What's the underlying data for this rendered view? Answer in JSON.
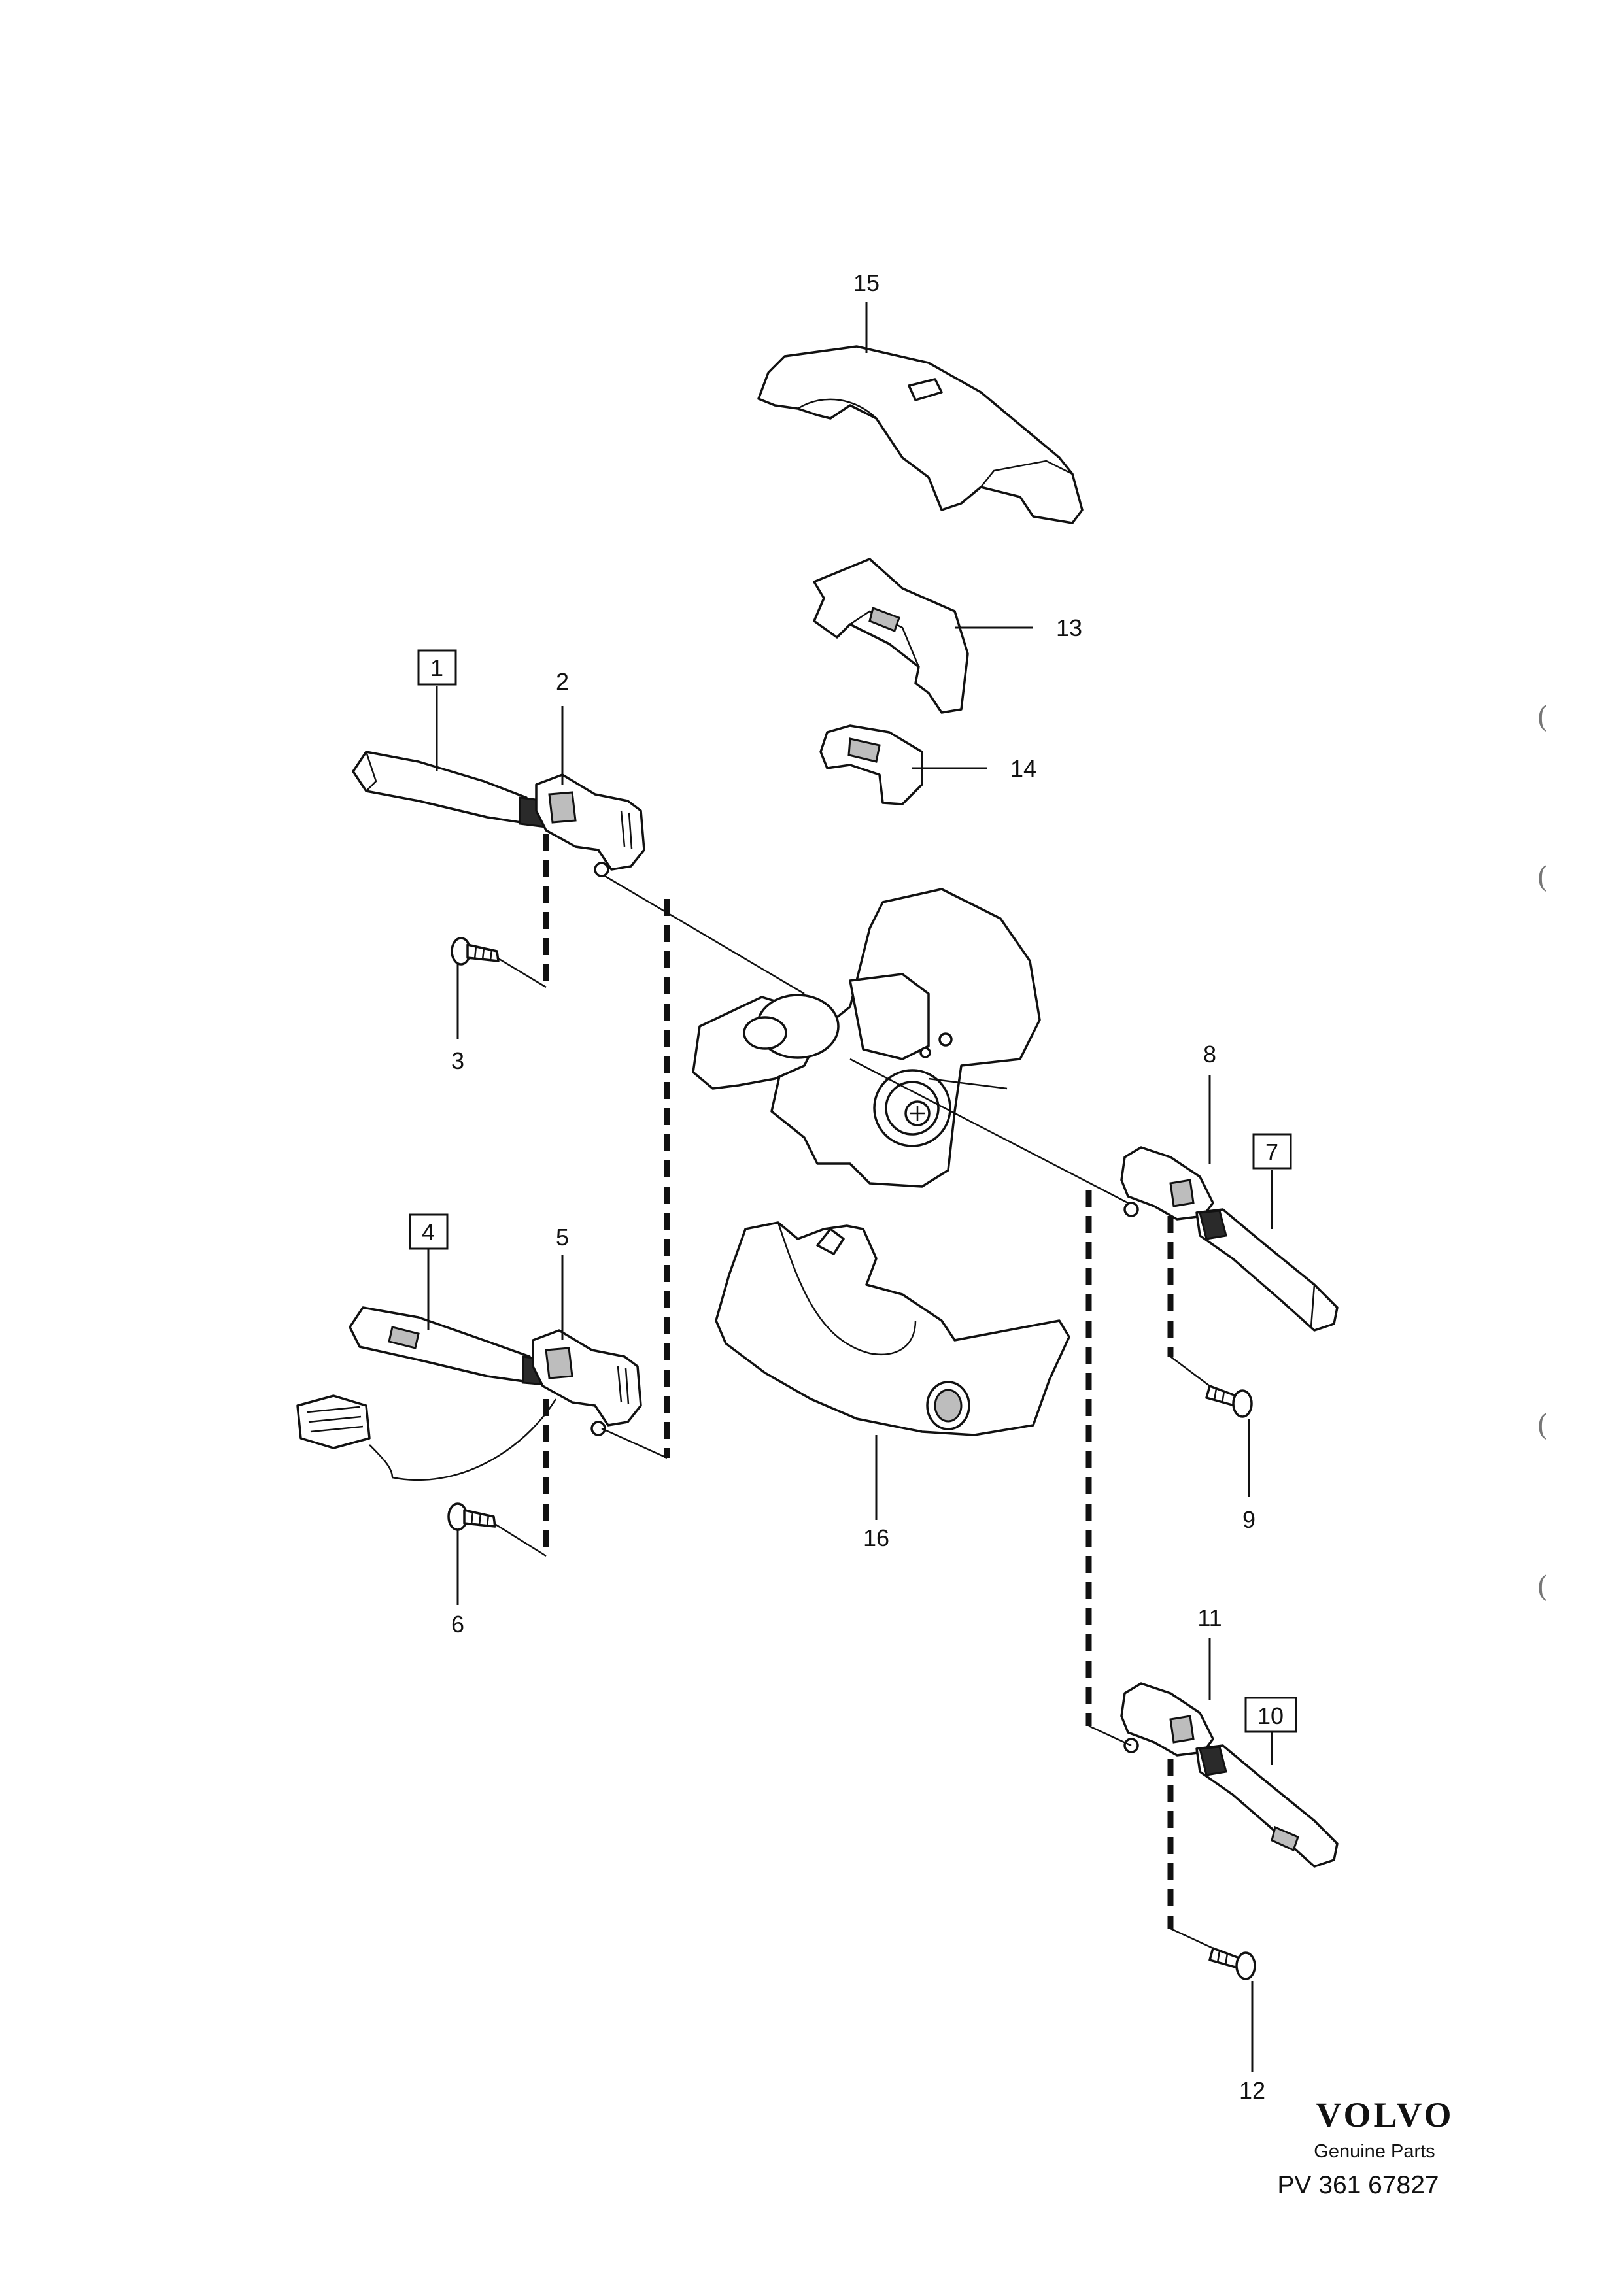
{
  "diagram": {
    "callouts": {
      "c1": "1",
      "c2": "2",
      "c3": "3",
      "c4": "4",
      "c5": "5",
      "c6": "6",
      "c7": "7",
      "c8": "8",
      "c9": "9",
      "c10": "10",
      "c11": "11",
      "c12": "12",
      "c13": "13",
      "c14": "14",
      "c15": "15",
      "c16": "16"
    },
    "boxed_callouts": [
      "1",
      "4",
      "7",
      "10"
    ]
  },
  "footer": {
    "brand": "VOLVO",
    "tagline": "Genuine Parts",
    "reference": "PV 361 67827"
  },
  "colors": {
    "ink": "#111111",
    "shade": "#bdbdbd",
    "dark": "#2a2a2a"
  }
}
